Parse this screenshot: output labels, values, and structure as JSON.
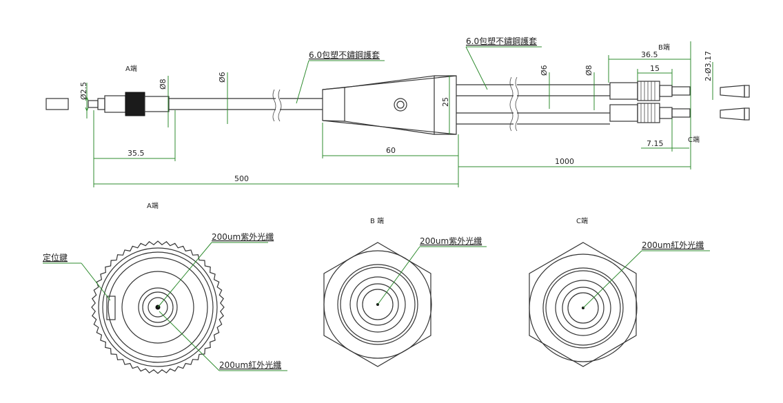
{
  "top_view": {
    "label_a": "A端",
    "label_b": "B端",
    "label_c": "C端",
    "jacket_callout_left": "6.0包塑不鏽鋼護套",
    "jacket_callout_right": "6.0包塑不鏽鋼護套",
    "dims": {
      "d_2_5": "Ø2.5",
      "d_8_left": "Ø8",
      "d_6_left": "Ø6",
      "d_6_right": "Ø6",
      "d_8_right": "Ø8",
      "d_3_17": "2-Ø3.17",
      "h_25": "25",
      "l_35_5": "35.5",
      "l_60": "60",
      "l_500": "500",
      "l_1000": "1000",
      "l_36_5": "36.5",
      "l_15": "15",
      "l_7_15": "7.15"
    }
  },
  "end_views": {
    "a": {
      "title": "A端",
      "callout_top": "200um紫外光纖",
      "callout_key": "定位鍵",
      "callout_bottom": "200um紅外光纖"
    },
    "b": {
      "title": "B 端",
      "callout": "200um紫外光纖"
    },
    "c": {
      "title": "C端",
      "callout": "200um紅外光纖"
    }
  }
}
